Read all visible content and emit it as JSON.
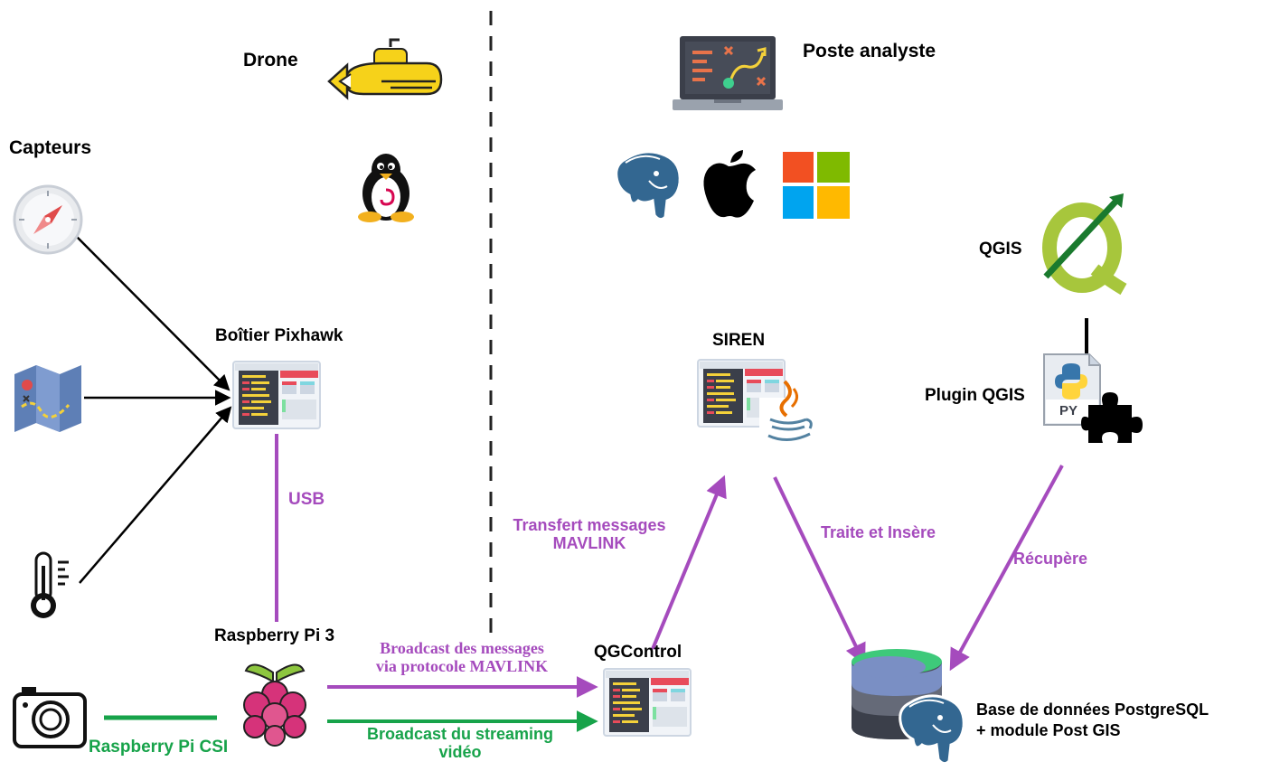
{
  "colors": {
    "purple": "#a54bbd",
    "green": "#17a34a",
    "black": "#000000",
    "divider": "#222222"
  },
  "labels": {
    "drone": "Drone",
    "capteurs": "Capteurs",
    "pixhawk": "Boîtier Pixhawk",
    "usb": "USB",
    "raspberry": "Raspberry Pi 3",
    "raspberry_csi": "Raspberry Pi CSI",
    "broadcast_msg_1": "Broadcast des messages",
    "broadcast_msg_2": "via protocole MAVLINK",
    "broadcast_video_1": "Broadcast du streaming",
    "broadcast_video_2": "vidéo",
    "qgcontrol": "QGControl",
    "transfert_1": "Transfert messages",
    "transfert_2": "MAVLINK",
    "poste": "Poste analyste",
    "siren": "SIREN",
    "traite": "Traite et Insère",
    "qgis": "QGIS",
    "plugin": "Plugin QGIS",
    "plugin_badge": "PY",
    "recupere": "Récupère",
    "db_1": "Base de données PostgreSQL",
    "db_2": "+ module Post GIS"
  },
  "icons": [
    "submarine-drone-icon",
    "linux-tux-icon",
    "compass-icon",
    "map-icon",
    "thermometer-icon",
    "camera-icon",
    "raspberry-pi-icon",
    "app-window-icon",
    "laptop-icon",
    "postgresql-elephant-icon",
    "apple-icon",
    "windows-icon",
    "qgis-icon",
    "java-icon",
    "python-file-icon",
    "puzzle-piece-icon",
    "database-icon"
  ]
}
